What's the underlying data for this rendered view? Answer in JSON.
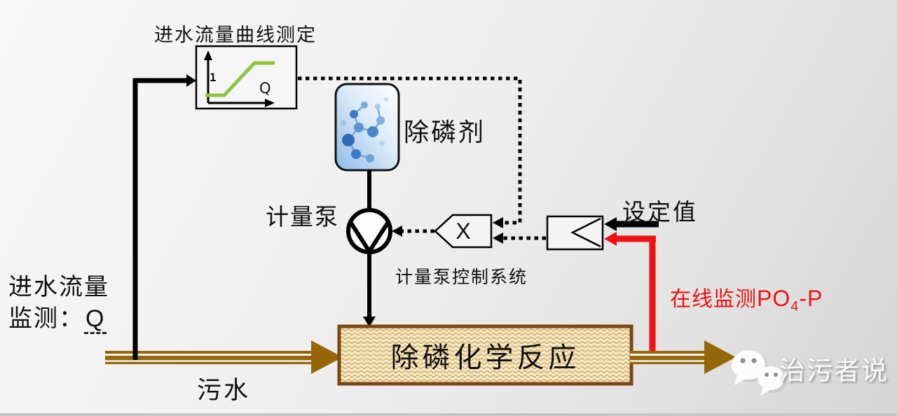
{
  "diagram": {
    "title": "进水流量曲线测定",
    "curve_box": {
      "y_tick": "1",
      "x_axis_label": "Q",
      "curve_shape": "flat-ramp-flat",
      "curve_color": "#8dc63f"
    },
    "chemical_label": "除磷剂",
    "pump_label": "计量泵",
    "multiplier_label": "X",
    "control_system_label": "计量泵控制系统",
    "setpoint_label": "设定值",
    "online_monitor": {
      "prefix": "在线监测",
      "formula": "PO",
      "subscript": "4",
      "suffix": "-P"
    },
    "inflow_monitor": {
      "line1": "进水流量",
      "line2_prefix": "监测：",
      "symbol": "Q"
    },
    "sewage_label": "污水",
    "reaction_label": "除磷化学反应",
    "watermark_label": "治污者说",
    "colors": {
      "pipe_brown": "#956709",
      "reaction_border": "#7b4712",
      "reaction_fill": "#f4e7c2",
      "signal_red": "#ee1212",
      "curve_green": "#8dc63f"
    }
  }
}
